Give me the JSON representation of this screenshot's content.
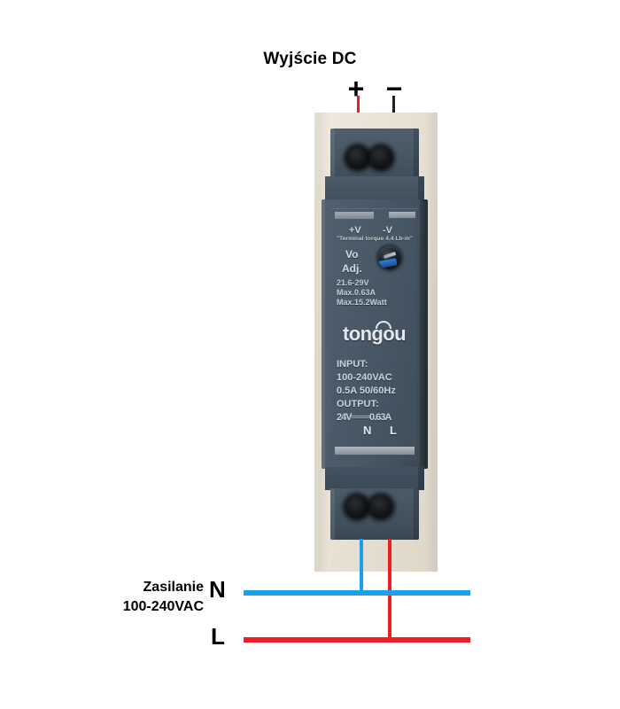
{
  "diagram": {
    "dc_output": {
      "title": "Wyjście DC",
      "positive_sign": "+",
      "negative_sign": "−",
      "positive_wire_color": "#ee1c25",
      "negative_wire_color": "#221f1f"
    },
    "ac_input": {
      "label_line1": "Zasilanie",
      "label_line2": "100-240VAC",
      "neutral_letter": "N",
      "line_letter": "L",
      "neutral_wire_color": "#1ba0e8",
      "line_wire_color": "#ee1c25"
    }
  },
  "device": {
    "brand": "tongou",
    "body_color": "#4a5a68",
    "top_label": {
      "positive_terminal": "+V",
      "negative_terminal": "-V",
      "torque_note": "\"Terminal torque 4.4 Lb-in\"",
      "adjust_line1": "Vo",
      "adjust_line2": "Adj.",
      "voltage_range": "21.6-29V",
      "max_current": "Max.0.63A",
      "max_power": "Max.15.2Watt"
    },
    "spec_label": {
      "input_heading": "INPUT:",
      "input_voltage": "100-240VAC",
      "input_current": "0.5A 50/60Hz",
      "output_heading": "OUTPUT:",
      "output_rating": "24V═══0.63A"
    },
    "bottom_terminals": {
      "neutral": "N",
      "line": "L"
    }
  }
}
